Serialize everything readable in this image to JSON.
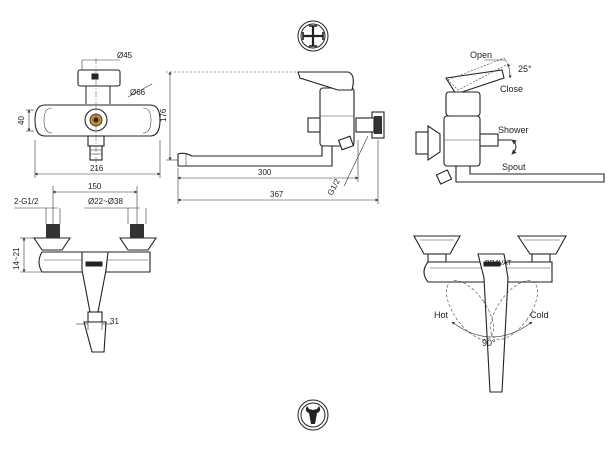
{
  "dimensions": {
    "d45": "Ø45",
    "d66": "Ø66",
    "h40": "40",
    "w216": "216",
    "h176": "176",
    "len300": "300",
    "len367": "367",
    "g12_right": "G1/2",
    "w150": "150",
    "g12_left": "2-G1/2",
    "d22_38": "Ø22~Ø38",
    "h14_21": "14~21",
    "w31": "31"
  },
  "annotations": {
    "open": "Open",
    "angle25": "25°",
    "close": "Close",
    "shower": "Shower",
    "spout": "Spout",
    "hot": "Hot",
    "cold": "Cold",
    "angle90": "90°",
    "brand": "BRAVAT"
  },
  "icons": [
    "cross-handle-icon",
    "wrench-icon"
  ]
}
